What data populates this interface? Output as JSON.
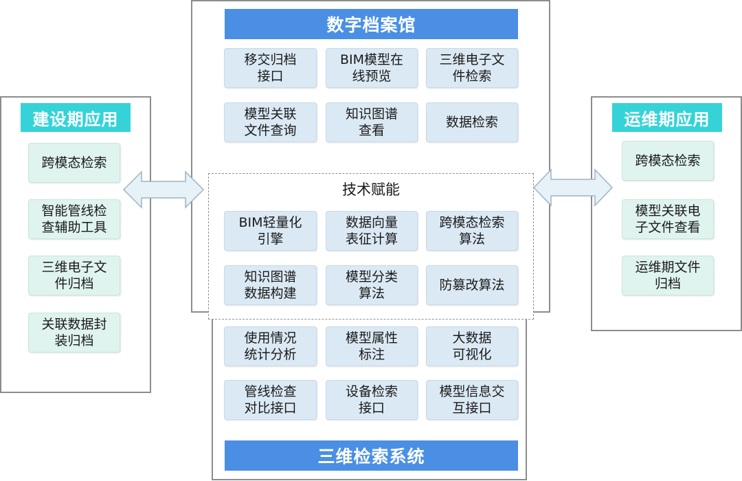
{
  "top": {
    "title": "数字档案馆",
    "items": [
      "移交归档\n接口",
      "BIM模型在\n线预览",
      "三维电子文\n件检索",
      "模型关联\n文件查询",
      "知识图谱\n查看",
      "数据检索"
    ]
  },
  "tech": {
    "title": "技术赋能",
    "items": [
      "BIM轻量化\n引擎",
      "数据向量\n表征计算",
      "跨模态检索\n算法",
      "知识图谱\n数据构建",
      "模型分类\n算法",
      "防篡改算法"
    ]
  },
  "bottom": {
    "title": "三维检索系统",
    "items": [
      "使用情况\n统计分析",
      "模型属性\n标注",
      "大数据\n可视化",
      "管线检查\n对比接口",
      "设备检索\n接口",
      "模型信息交\n互接口"
    ]
  },
  "left": {
    "title": "建设期应用",
    "items": [
      "跨模态检索",
      "智能管线检\n查辅助工具",
      "三维电子文\n件归档",
      "关联数据封\n装归档"
    ]
  },
  "right": {
    "title": "运维期应用",
    "items": [
      "跨模态检索",
      "模型关联电\n子文件查看",
      "运维期文件\n归档"
    ]
  },
  "colors": {
    "header_blue": "#4a8fe4",
    "header_cyan": "#35d3d8",
    "box_fill": "#dbe9f4",
    "side_box_fill": "#dff3ef",
    "frame_border": "#8c8c8c"
  }
}
